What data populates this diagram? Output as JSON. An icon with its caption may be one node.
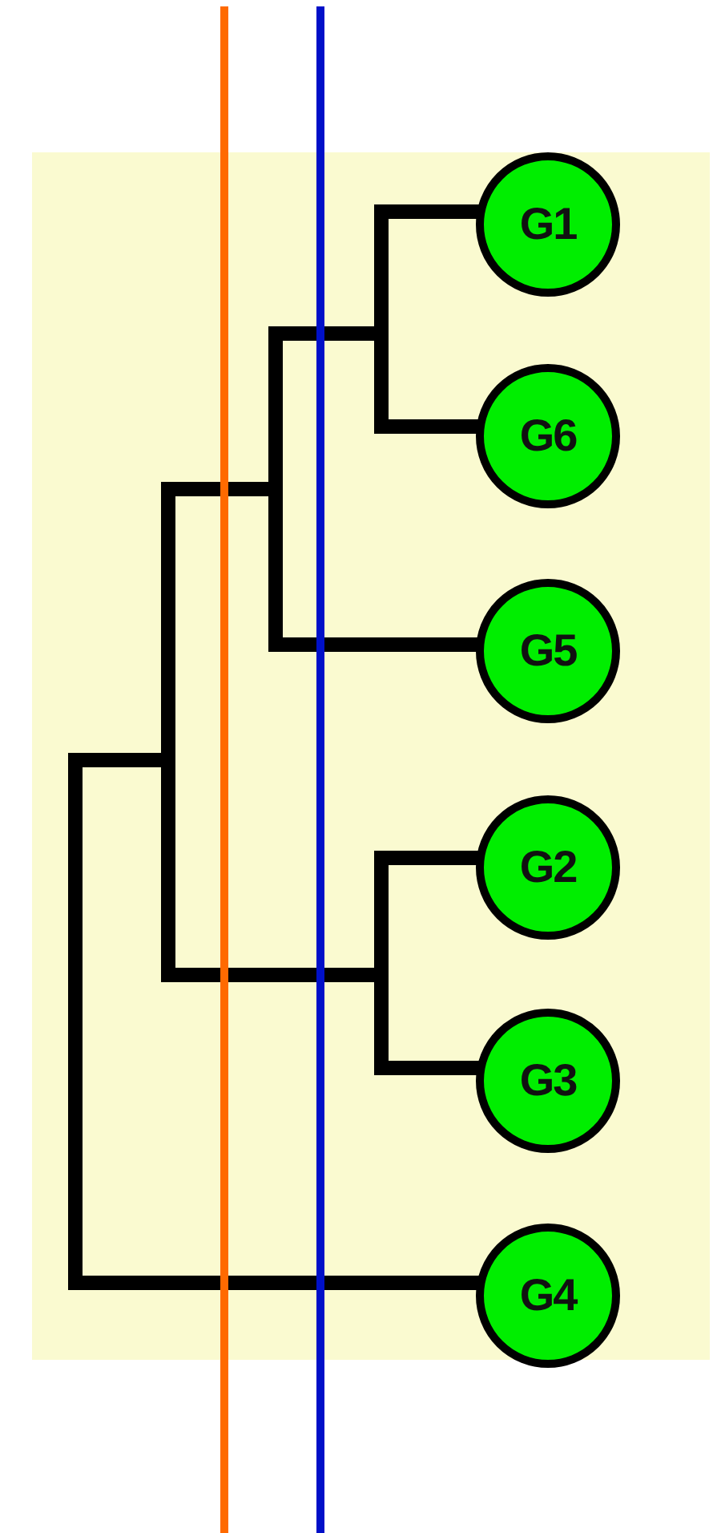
{
  "diagram": {
    "nodes": [
      {
        "text": [
          "G1"
        ]
      },
      {
        "text": [
          "G6"
        ]
      },
      {
        "text": [
          "G5"
        ]
      },
      {
        "text": [
          "G2"
        ]
      },
      {
        "text": [
          "G3"
        ]
      },
      {
        "text": [
          "G4"
        ]
      }
    ]
  }
}
